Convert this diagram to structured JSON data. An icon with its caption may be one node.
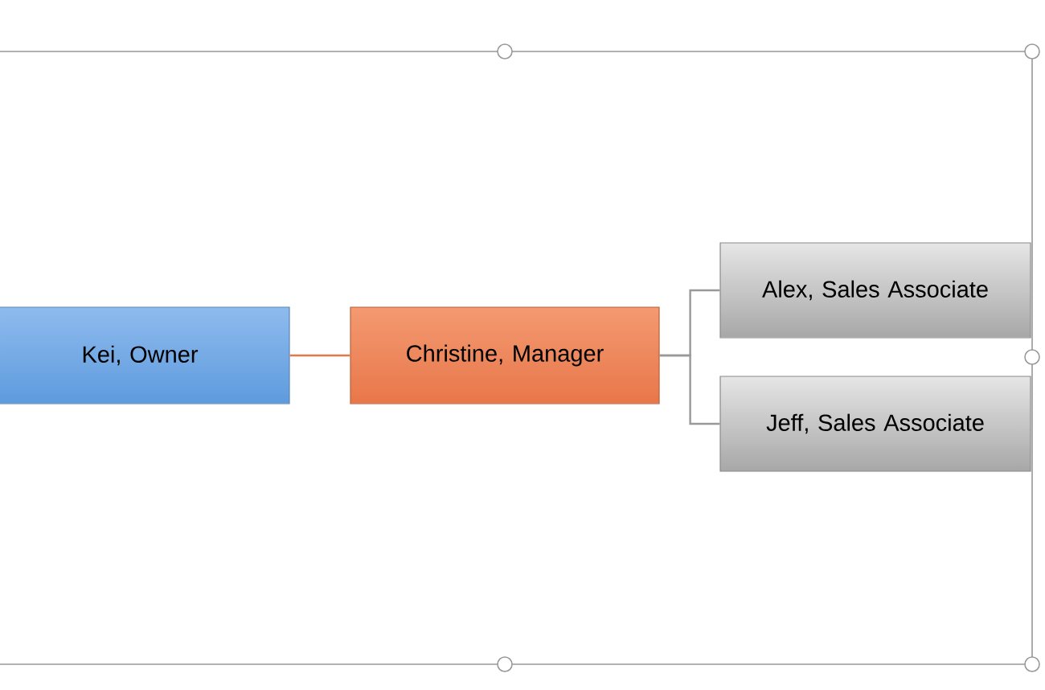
{
  "diagram": {
    "nodes": [
      {
        "text": [
          "Kei, Owner"
        ]
      },
      {
        "text": [
          "Christine, Manager"
        ]
      },
      {
        "text": [
          "Alex, Sales Associate"
        ]
      },
      {
        "text": [
          "Jeff, Sales Associate"
        ]
      }
    ],
    "edges": [
      {
        "from": 0,
        "to": 1,
        "arrow": "none",
        "color": "#e07a4a"
      },
      {
        "from": 1,
        "to": 2,
        "arrow": "none"
      },
      {
        "from": 1,
        "to": 3,
        "arrow": "none"
      }
    ]
  }
}
